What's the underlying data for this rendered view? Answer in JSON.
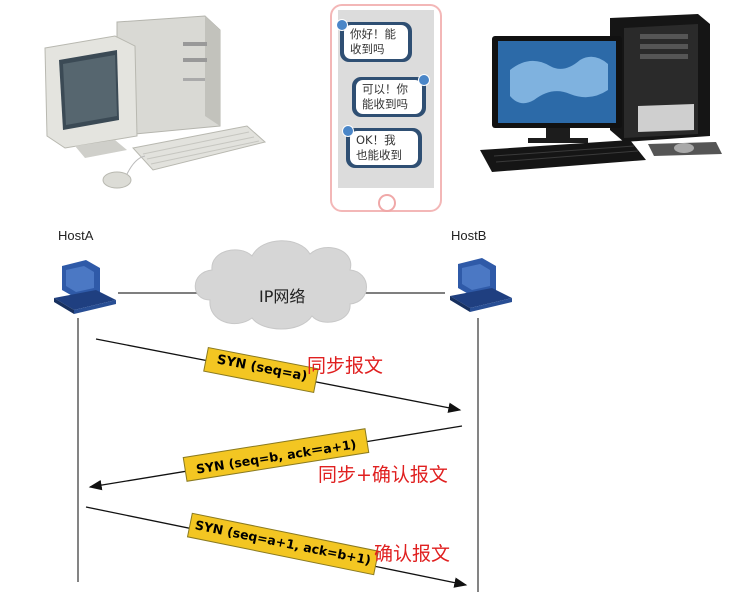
{
  "hosts": {
    "a_label": "HostA",
    "b_label": "HostB"
  },
  "network": {
    "label": "IP网络"
  },
  "phone": {
    "messages": [
      {
        "line1": "你好！能",
        "line2": "收到吗"
      },
      {
        "line1": "可以！你",
        "line2": "能收到吗"
      },
      {
        "line1": "OK！我",
        "line2": "也能收到"
      }
    ]
  },
  "segments": [
    {
      "label": "SYN (seq=a)",
      "desc": "同步报文"
    },
    {
      "label": "SYN (seq=b, ack＝a+1)",
      "desc": "同步+确认报文"
    },
    {
      "label": "SYN (seq=a+1, ack=b+1)",
      "desc": "确认报文"
    }
  ]
}
